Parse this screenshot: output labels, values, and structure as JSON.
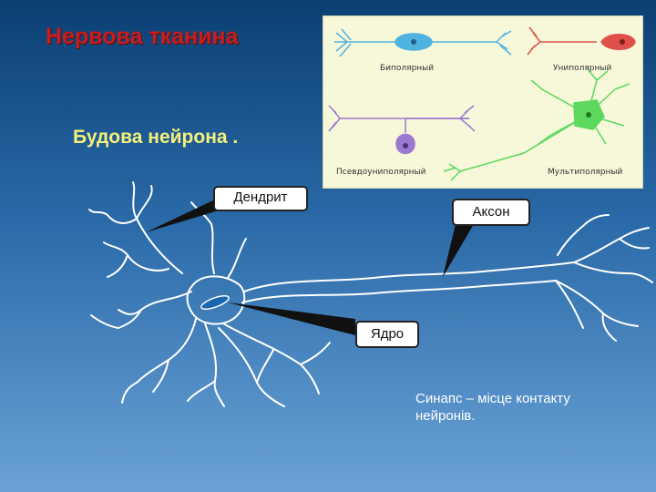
{
  "title": "Нервова тканина",
  "subtitle": "Будова нейрона .",
  "neuron_types": {
    "bipolar": "Биполярный",
    "unipolar": "Униполярный",
    "pseudounipolar": "Псевдоуниполярный",
    "multipolar": "Мультиполярный"
  },
  "callouts": {
    "dendrite": "Дендрит",
    "axon": "Аксон",
    "nucleus": "Ядро"
  },
  "synapse_note": "Синапс – місце контакту нейронів.",
  "colors": {
    "title": "#c41e1e",
    "subtitle": "#f4f07a",
    "bipolar": "#4fb3e0",
    "unipolar": "#e0504a",
    "pseudounipolar": "#9a7ad0",
    "multipolar": "#5cd95c",
    "nucleus": "#1a66b0"
  }
}
